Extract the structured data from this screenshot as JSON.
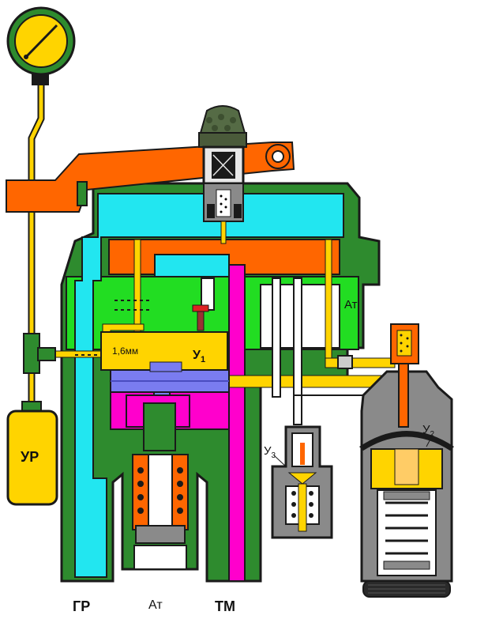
{
  "labels": {
    "gr": "ГР",
    "at_bottom": "Ат",
    "tm": "ТМ",
    "ur": "УР",
    "at_right": "Ат",
    "u1": "У",
    "u1_sub": "1",
    "u2": "У",
    "u2_sub": "2",
    "u3": "У",
    "u3_sub": "3",
    "orifice": "1,6мм"
  },
  "colors": {
    "body_green": "#2e8b2e",
    "light_green": "#22dd22",
    "cyan": "#22e6f0",
    "magenta": "#ff00cc",
    "orange": "#ff6600",
    "yellow": "#ffd400",
    "lavender": "#7a7cf0",
    "grey": "#8a8a8a",
    "dark": "#1a1a1a"
  }
}
